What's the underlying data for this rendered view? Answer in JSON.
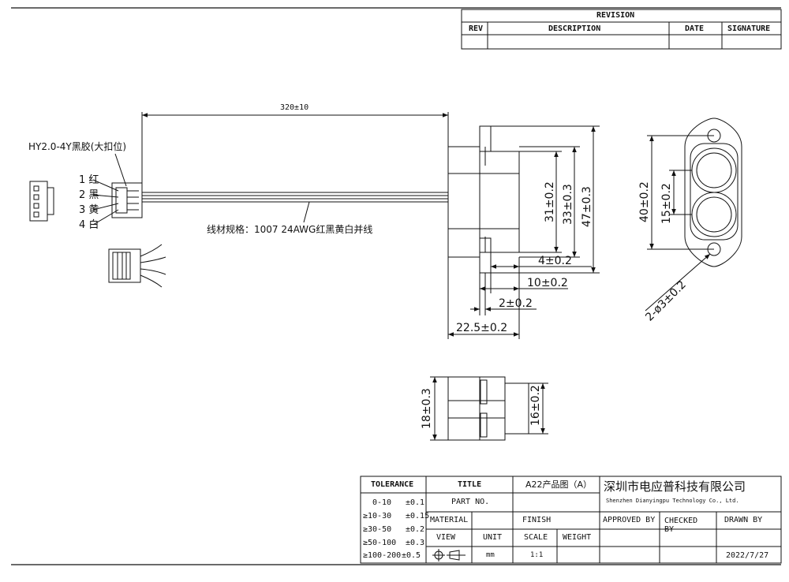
{
  "revision_block": {
    "title": "REVISION",
    "col_rev": "REV",
    "col_description": "DESCRIPTION",
    "col_date": "DATE",
    "col_signature": "SIGNATURE"
  },
  "connector": {
    "part_label": "HY2.0-4Y黑胶(大扣位)",
    "pins": [
      "1 红",
      "2 黑",
      "3 黄",
      "4 白"
    ]
  },
  "cable": {
    "length_dim": "320±10",
    "spec_label": "线材规格：1007 24AWG红黑黄白并线"
  },
  "dimensions": {
    "d31": "31±0.2",
    "d33": "33±0.3",
    "d47": "47±0.3",
    "d4": "4±0.2",
    "d10": "10±0.2",
    "d2": "2±0.2",
    "d22_5": "22.5±0.2",
    "d40": "40±0.2",
    "d15": "15±0.2",
    "holes": "2-ø3±0.2",
    "d18": "18±0.3",
    "d16": "16±0.2"
  },
  "title_block": {
    "tolerance_header": "TOLERANCE",
    "tolerance_rows": [
      {
        "range": "0-10",
        "tol": "±0.1"
      },
      {
        "range": "≥10-30",
        "tol": "±0.15"
      },
      {
        "range": "≥30-50",
        "tol": "±0.2"
      },
      {
        "range": "≥50-100",
        "tol": "±0.3"
      },
      {
        "range": "≥100-200",
        "tol": "±0.5"
      }
    ],
    "title_label": "TITLE",
    "title_value": "A22产品图（A）",
    "part_no_label": "PART NO.",
    "material_label": "MATERIAL",
    "finish_label": "FINISH",
    "view_label": "VIEW",
    "unit_label": "UNIT",
    "scale_label": "SCALE",
    "weight_label": "WEIGHT",
    "unit_value": "mm",
    "scale_value": "1:1",
    "company_cn": "深圳市电应普科技有限公司",
    "company_en": "Shenzhen Dianyingpu Technology Co., Ltd.",
    "approved_by_label": "APPROVED BY",
    "checked_by_label": "CHECKED BY",
    "drawn_by_label": "DRAWN BY",
    "date_value": "2022/7/27"
  }
}
